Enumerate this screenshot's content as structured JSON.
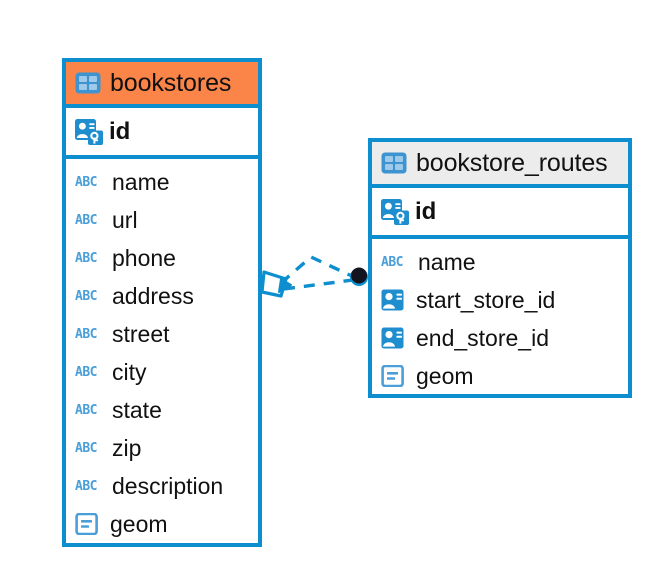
{
  "diagram": {
    "type": "entity-relationship-diagram",
    "background_color": "#ffffff",
    "accent_color": "#0d8ecf",
    "highlight_color": "#fb8448",
    "header_neutral_color": "#ececec"
  },
  "entities": [
    {
      "name": "bookstores",
      "header_style": "accent-orange",
      "table_icon": "table-icon",
      "primary_key": {
        "label": "id",
        "icon": "primary-key-icon"
      },
      "fields": [
        {
          "label": "name",
          "icon": "abc-text-icon"
        },
        {
          "label": "url",
          "icon": "abc-text-icon"
        },
        {
          "label": "phone",
          "icon": "abc-text-icon"
        },
        {
          "label": "address",
          "icon": "abc-text-icon"
        },
        {
          "label": "street",
          "icon": "abc-text-icon"
        },
        {
          "label": "city",
          "icon": "abc-text-icon"
        },
        {
          "label": "state",
          "icon": "abc-text-icon"
        },
        {
          "label": "zip",
          "icon": "abc-text-icon"
        },
        {
          "label": "description",
          "icon": "abc-text-icon"
        },
        {
          "label": "geom",
          "icon": "geometry-icon"
        }
      ]
    },
    {
      "name": "bookstore_routes",
      "header_style": "accent-gray",
      "table_icon": "table-icon",
      "primary_key": {
        "label": "id",
        "icon": "primary-key-icon"
      },
      "fields": [
        {
          "label": "name",
          "icon": "abc-text-icon"
        },
        {
          "label": "start_store_id",
          "icon": "foreign-key-icon"
        },
        {
          "label": "end_store_id",
          "icon": "foreign-key-icon"
        },
        {
          "label": "geom",
          "icon": "geometry-icon"
        }
      ]
    }
  ],
  "relationship": {
    "from_entity": "bookstores",
    "to_entity": "bookstore_routes",
    "line_style": "dashed",
    "line_color": "#0d8ecf",
    "source_marker": "crows-foot-many-marker",
    "target_marker": "filled-dot-one-marker"
  },
  "icon_glyphs": {
    "abc_label": "ABC"
  }
}
